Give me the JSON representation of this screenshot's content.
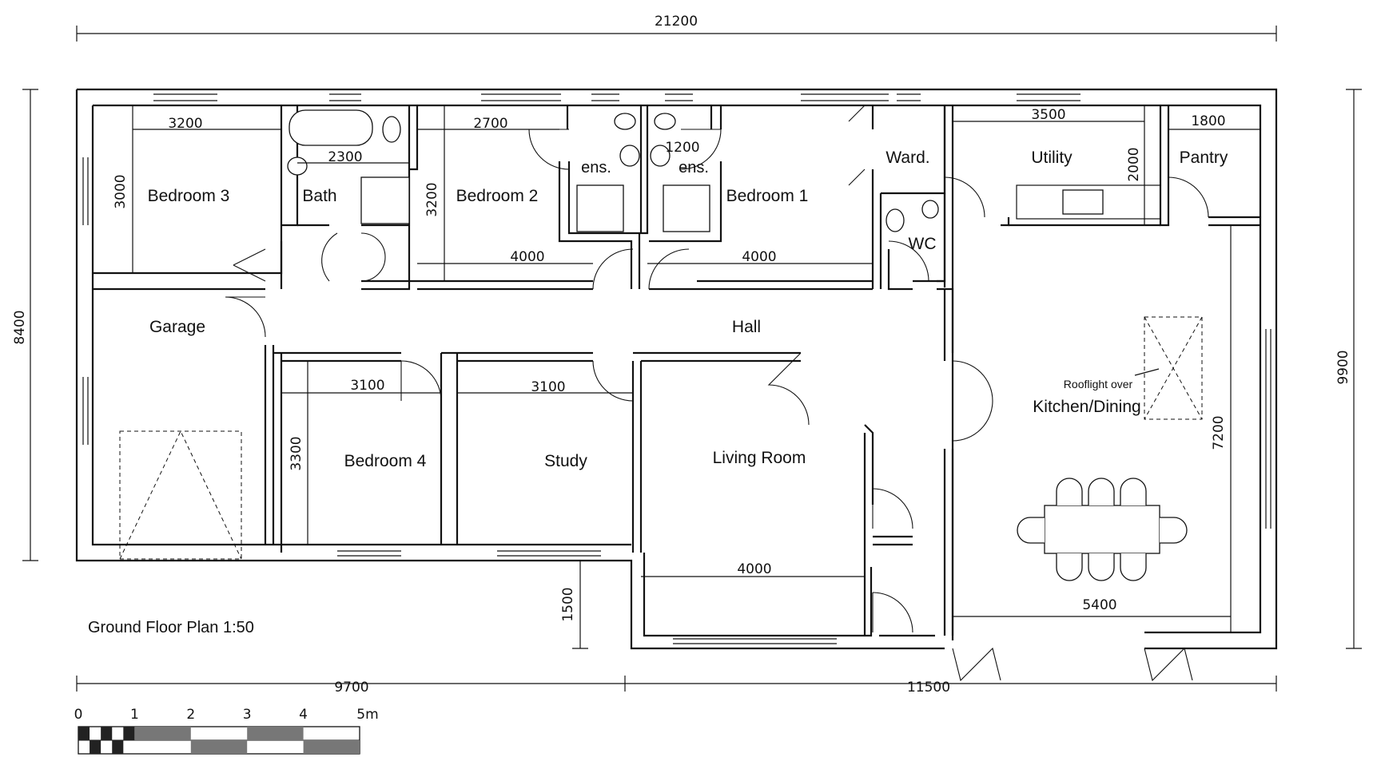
{
  "plan": {
    "title": "Ground  Floor Plan 1:50",
    "rooms": {
      "bedroom3": "Bedroom 3",
      "bath": "Bath",
      "bedroom2": "Bedroom 2",
      "ensuite_left": "ens.",
      "ensuite_right": "ens.",
      "bedroom1": "Bedroom 1",
      "wardrobe": "Ward.",
      "wc": "WC",
      "utility": "Utility",
      "pantry": "Pantry",
      "garage": "Garage",
      "hall": "Hall",
      "bedroom4": "Bedroom 4",
      "study": "Study",
      "living": "Living Room",
      "kitchen": "Kitchen/Dining",
      "rooflight_note": "Rooflight over"
    },
    "dimensions": {
      "overall_width": "21200",
      "overall_depth_left": "8400",
      "overall_depth_right": "9900",
      "bottom_left": "9700",
      "bottom_right": "11500",
      "bed3_width": "3200",
      "bed3_depth": "3000",
      "bath_width": "2300",
      "bed2_width": "2700",
      "bed2_depth": "3200",
      "bed2_bottom": "4000",
      "ensuite_width": "1200",
      "bed1_bottom": "4000",
      "utility_width": "3500",
      "utility_depth": "2000",
      "pantry_width": "1800",
      "bed4_width": "3100",
      "bed4_depth": "3300",
      "study_width": "3100",
      "living_width": "4000",
      "porch_depth": "1500",
      "kitchen_width": "5400",
      "kitchen_depth": "7200"
    },
    "scale_bar": {
      "labels": [
        "0",
        "1",
        "2",
        "3",
        "4",
        "5m"
      ]
    }
  }
}
